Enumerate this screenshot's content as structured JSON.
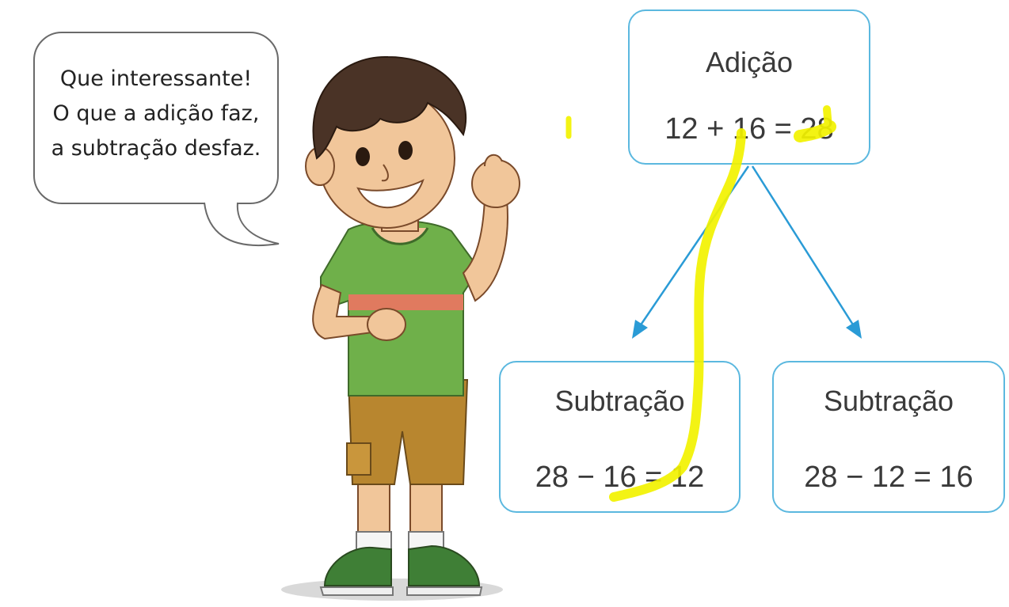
{
  "speech_bubble": {
    "lines": [
      "Que interessante!",
      "O que a adição faz,",
      "a subtração desfaz."
    ]
  },
  "addition": {
    "title": "Adição",
    "expression": "12 + 16 = 28"
  },
  "subtraction_left": {
    "title": "Subtração",
    "expression": "28 − 16 = 12"
  },
  "subtraction_right": {
    "title": "Subtração",
    "expression": "28 − 12 = 16"
  },
  "colors": {
    "box_border": "#5bb8df",
    "arrow": "#2a9bd6",
    "highlighter": "#f2f200",
    "shirt": "#6fb04a",
    "shorts": "#b8862f"
  }
}
